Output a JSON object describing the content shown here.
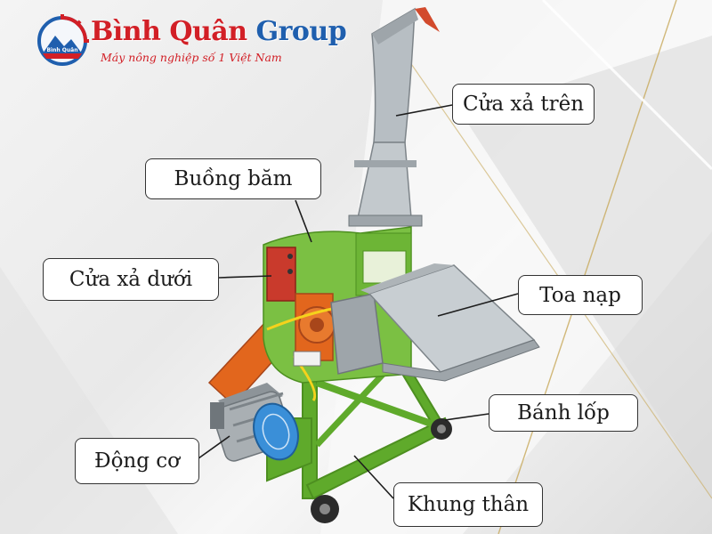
{
  "brand": {
    "name_part1": "Bình Quân",
    "name_part2": "Group",
    "tagline": "Máy nông nghiệp số 1 Việt Nam",
    "mark_text": "Bình Quân",
    "colors": {
      "red": "#d21f26",
      "blue": "#1f5fae"
    }
  },
  "labels": {
    "outlet_top": "Cửa xả trên",
    "chopping_chamber": "Buồng băm",
    "outlet_bottom": "Cửa xả dưới",
    "feed_tray": "Toa nạp",
    "tire_wheel": "Bánh lốp",
    "motor": "Động cơ",
    "body_frame": "Khung thân"
  },
  "machine_colors": {
    "body_green": "#7bc043",
    "frame_green": "#5faa2b",
    "steel_grey": "#aeb4b8",
    "orange": "#e2661d",
    "motor_blue": "#3a8fd8"
  }
}
